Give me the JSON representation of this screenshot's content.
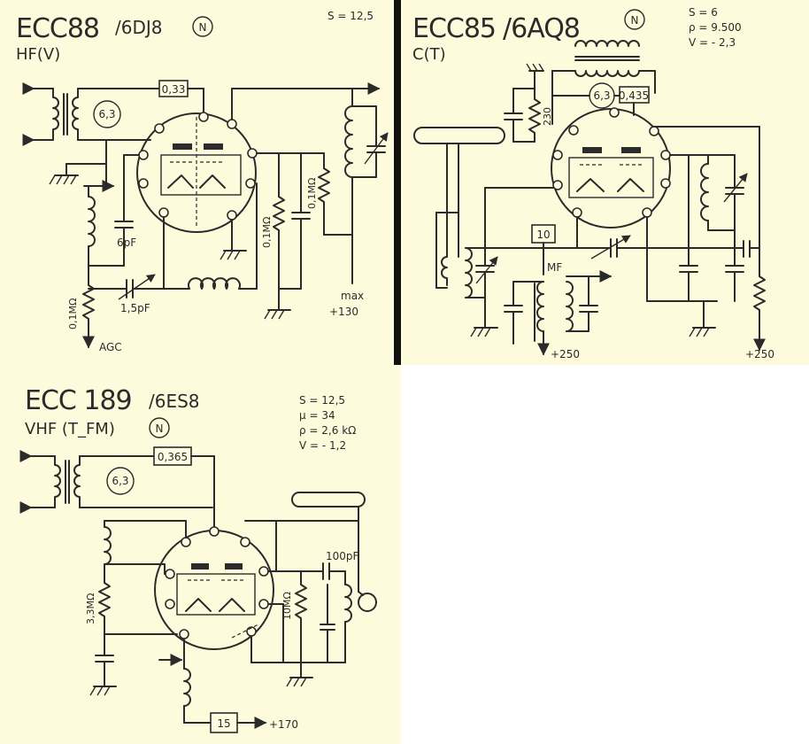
{
  "colors": {
    "paper": "#fefbdc",
    "ink": "#2b2b2b",
    "divider": "#111111",
    "background": "#ffffff"
  },
  "panel1": {
    "title_main": "ECC88",
    "title_alt": "/6DJ8",
    "badge": "N",
    "subtitle": "HF(V)",
    "spec_s": "S = 12,5",
    "heater": "6,3",
    "box_value": "0,33",
    "cap_label": "6pF",
    "trimmer_label": "1,5pF",
    "res_left": "0,1MΩ",
    "res_mid": "0,1MΩ",
    "res_right": "0,1MΩ",
    "agc_label": "AGC",
    "max_label": "max",
    "supply_label": "+130"
  },
  "panel2": {
    "title_main": "ECC85",
    "title_alt": "/6AQ8",
    "badge": "N",
    "subtitle": "C(T)",
    "spec_s": "S = 6",
    "spec_rho": "ρ = 9.500",
    "spec_v": "V = - 2,3",
    "heater": "6,3",
    "box_value": "0,435",
    "res_230": "230",
    "box_10": "10",
    "mf_label": "MF",
    "supply_1": "+250",
    "supply_2": "+250"
  },
  "panel3": {
    "title_main": "ECC 189",
    "title_alt": "/6ES8",
    "subtitle": "VHF (T_FM)",
    "badge": "N",
    "spec_s": "S = 12,5",
    "spec_mu": "μ = 34",
    "spec_rho": "ρ = 2,6 kΩ",
    "spec_v": "V = - 1,2",
    "heater": "6,3",
    "box_value": "0,365",
    "cap_label": "100pF",
    "res_left": "3,3MΩ",
    "res_right": "10MΩ",
    "box_15": "15",
    "supply_label": "+170"
  }
}
